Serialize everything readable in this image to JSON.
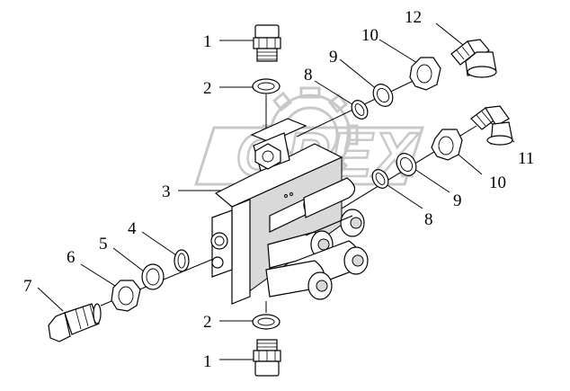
{
  "diagram": {
    "callouts": [
      {
        "id": "c1-top",
        "label": "1"
      },
      {
        "id": "c2-top",
        "label": "2"
      },
      {
        "id": "c3",
        "label": "3"
      },
      {
        "id": "c4",
        "label": "4"
      },
      {
        "id": "c5",
        "label": "5"
      },
      {
        "id": "c6",
        "label": "6"
      },
      {
        "id": "c7",
        "label": "7"
      },
      {
        "id": "c8-top",
        "label": "8"
      },
      {
        "id": "c9-top",
        "label": "9"
      },
      {
        "id": "c10-top",
        "label": "10"
      },
      {
        "id": "c12",
        "label": "12"
      },
      {
        "id": "c11",
        "label": "11"
      },
      {
        "id": "c10-right",
        "label": "10"
      },
      {
        "id": "c9-right",
        "label": "9"
      },
      {
        "id": "c8-right",
        "label": "8"
      },
      {
        "id": "c2-bottom",
        "label": "2"
      },
      {
        "id": "c1-bottom",
        "label": "1"
      }
    ],
    "watermark": {
      "text": "OPEX",
      "icon": "gear-icon"
    }
  }
}
